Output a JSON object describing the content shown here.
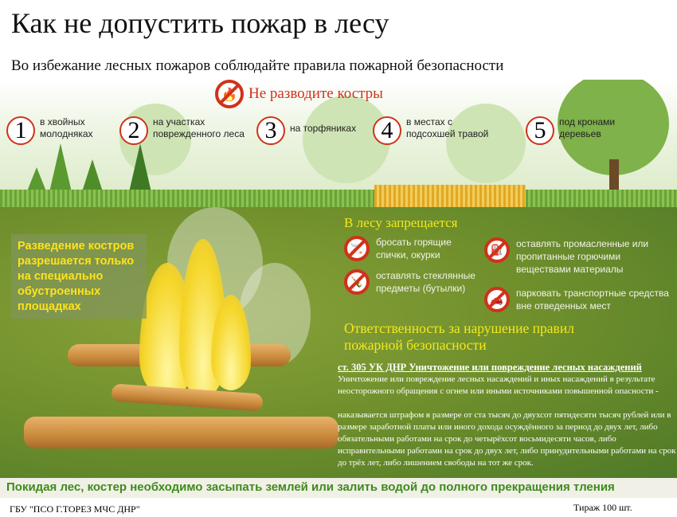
{
  "title": "Как не допустить пожар в лесу",
  "subtitle": "Во избежание лесных пожаров соблюдайте правила пожарной безопасности",
  "no_fire": "Не разводите костры",
  "places": [
    {
      "num": "1",
      "text": "в хвойных молодняках"
    },
    {
      "num": "2",
      "text": "на участках поврежденного леса"
    },
    {
      "num": "3",
      "text": "на торфяниках"
    },
    {
      "num": "4",
      "text": "в местах с подсохшей травой"
    },
    {
      "num": "5",
      "text": "под кронами деревьев"
    }
  ],
  "allowed": "Разведение костров разрешается только на специально обустроенных площадках",
  "forbidden": {
    "title": "В лесу запрещается",
    "items": [
      "бросать горящие спички, окурки",
      "оставлять стеклянные предметы (бутылки)",
      "оставлять промасленные или пропитанные горючими веществами материалы",
      "парковать транспортные средства вне отведенных мест"
    ]
  },
  "responsibility": {
    "title": "Ответственность за нарушение правил пожарной безопасности",
    "law_heading": "ст. 305 УК ДНР Уничтожение или повреждение лесных насаждений",
    "law_p1": "Уничтожение или повреждение лесных насаждений и иных насаждений в результате неосторожного обращения с огнем или иными источниками повышенной опасности -",
    "law_p2": "наказывается штрафом в размере от ста тысяч до двухсот пятидесяти тысяч рублей или в размере заработной платы или иного дохода осуждённого за период до двух лет, либо обязательными работами на срок до четырёхсот восьмидесяти часов, либо исправительными работами на срок до двух лет, либо принудительными работами на срок до трёх лет, либо лишением свободы на тот же срок."
  },
  "bottom_banner": "Покидая лес, костер необходимо засыпать землей или залить водой до полного прекращения тления",
  "footer_left": "ГБУ \"ПСО Г.ТОРЕЗ МЧС ДНР\"",
  "footer_right": "Тираж 100 шт."
}
